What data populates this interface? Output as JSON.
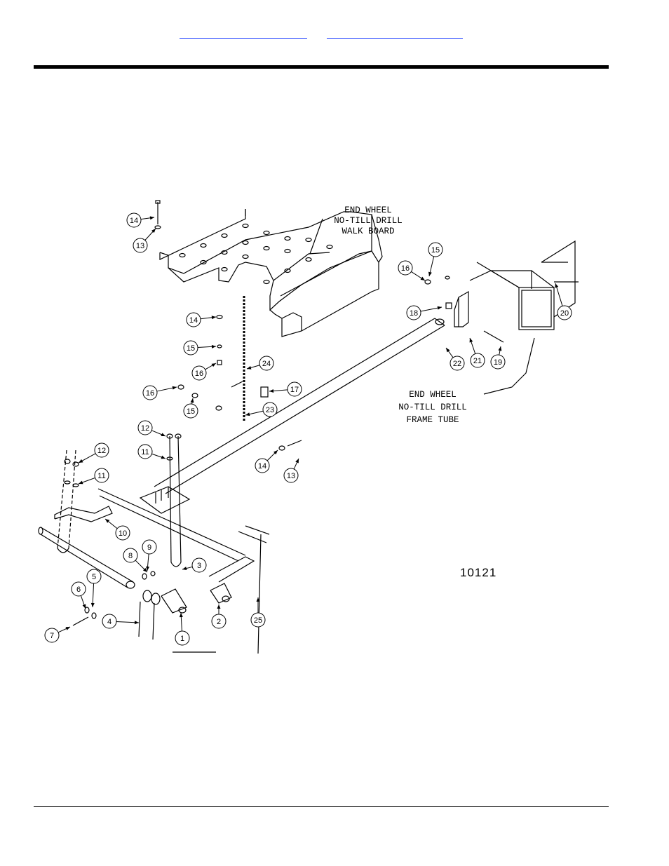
{
  "header": {
    "link_a": "",
    "link_b": ""
  },
  "diagram": {
    "labels": {
      "walk_board": [
        "END WHEEL",
        "NO-TILL DRILL",
        "WALK BOARD"
      ],
      "frame_tube": [
        "END WHEEL",
        "NO-TILL DRILL",
        "FRAME TUBE"
      ]
    },
    "figure_code": "10121",
    "callouts": [
      "14",
      "13",
      "14",
      "15",
      "16",
      "24",
      "16",
      "15",
      "12",
      "11",
      "12",
      "11",
      "10",
      "9",
      "8",
      "5",
      "6",
      "7",
      "4",
      "1",
      "3",
      "2",
      "25",
      "17",
      "23",
      "14",
      "13",
      "22",
      "21",
      "19",
      "15",
      "16",
      "18",
      "20"
    ]
  }
}
